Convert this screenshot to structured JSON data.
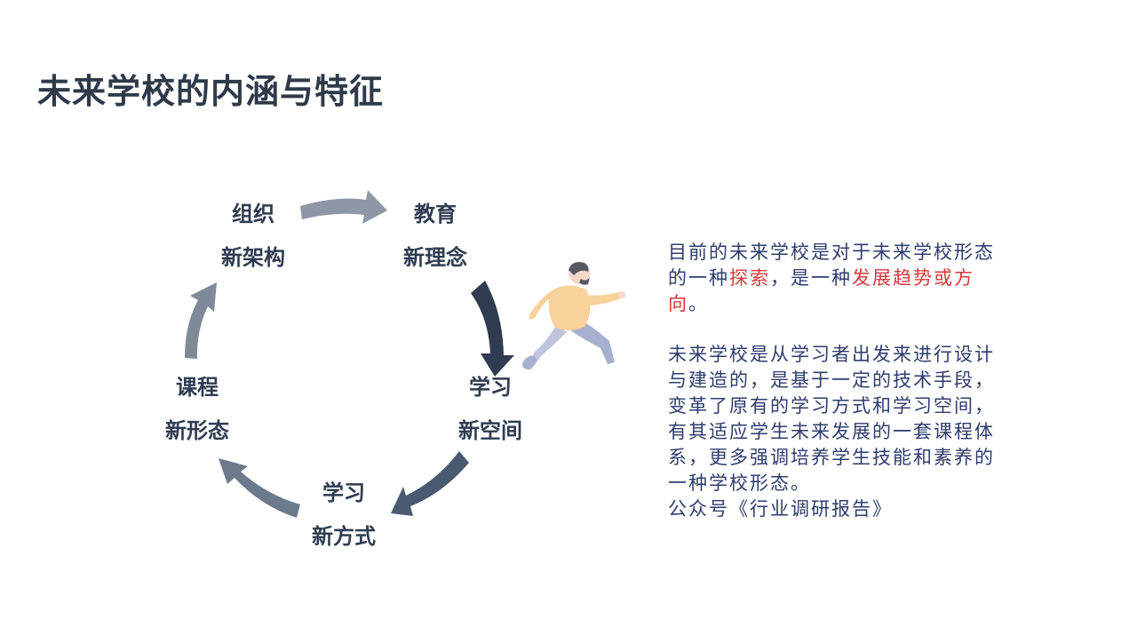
{
  "slide": {
    "title": "未来学校的内涵与特征"
  },
  "cycle": {
    "nodes": [
      {
        "line1": "组织",
        "line2": "新架构"
      },
      {
        "line1": "教育",
        "line2": "新理念"
      },
      {
        "line1": "学习",
        "line2": "新空间"
      },
      {
        "line1": "学习",
        "line2": "新方式"
      },
      {
        "line1": "课程",
        "line2": "新形态"
      }
    ],
    "arrow_colors": [
      "#8d97a5",
      "#2f3c52",
      "#4a5a70",
      "#6c7a8c",
      "#7f8a99"
    ]
  },
  "illustration": {
    "icon": "running-person-icon",
    "colors": {
      "shirt": "#f9c98a",
      "pants": "#9aa3c8",
      "skin": "#f4d2c3",
      "hair": "#3c3c46"
    }
  },
  "description": {
    "para1": {
      "t1": "目前的未来学校是对于未来学校形态的一种",
      "h1": "探索",
      "t2": "，是一种",
      "h2": "发展趋势或方向",
      "t3": "。"
    },
    "para2": "未来学校是从学习者出发来进行设计与建造的，是基于一定的技术手段，变革了原有的学习方式和学习空间，有其适应学生未来发展的一套课程体系，更多强调培养学生技能和素养的一种学校形态。",
    "source": "公众号《行业调研报告》",
    "highlight_color": "#d6393a",
    "text_color": "#2e3d6e"
  }
}
